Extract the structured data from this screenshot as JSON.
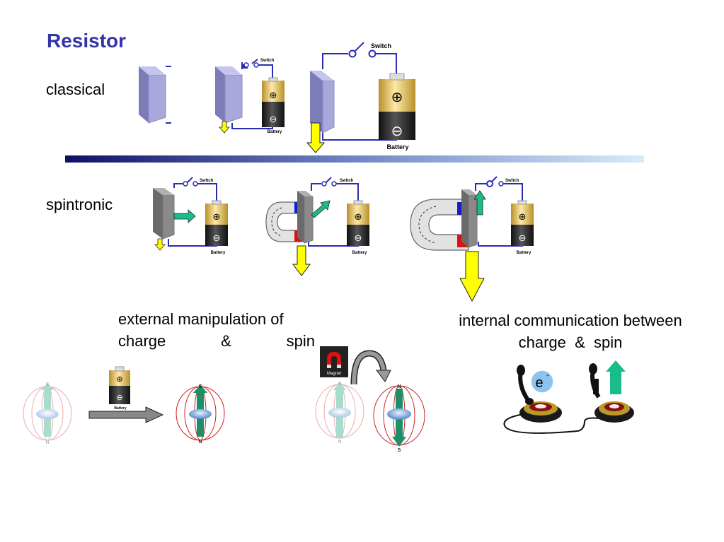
{
  "title": "Resistor",
  "row_labels": {
    "classical": "classical",
    "spintronic": "spintronic"
  },
  "battery": {
    "label": "Battery",
    "plus": "⊕",
    "minus": "⊖"
  },
  "switch_label": "Switch",
  "magnet_label": "Magnet",
  "electron_label": "e",
  "electron_charge": "-",
  "pole_labels": {
    "north": "N",
    "south": "S"
  },
  "captions": {
    "external_line1": "external manipulation of",
    "external_line2_words": [
      "charge",
      "&",
      "spin"
    ],
    "internal_line1": "internal communication between",
    "internal_line2": "charge  &  spin"
  },
  "colors": {
    "title": "#3333aa",
    "resistor_classical": "#a8a8dc",
    "resistor_spintronic": "#8a8a8a",
    "current_arrow": "#ffff00",
    "spin_arrow": "#1abc8c",
    "magnet_north": "#1a1acc",
    "magnet_south": "#dd1111",
    "wire": "#2b2bb5",
    "divider_start": "#0f0f66",
    "divider_end": "#d6ecfa"
  }
}
